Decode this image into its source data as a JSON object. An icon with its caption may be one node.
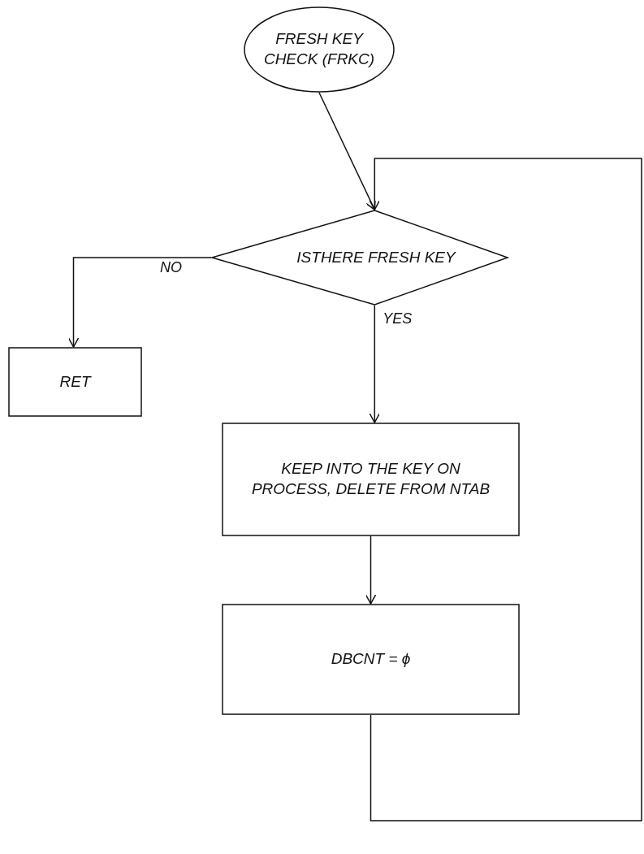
{
  "diagram": {
    "nodes": [
      {
        "text": [
          "FRESH KEY CHECK (FRKC)"
        ]
      },
      {
        "text": [
          "ISTHERE FRESH KEY"
        ]
      },
      {
        "text": [
          "RET"
        ]
      },
      {
        "text": [
          "KEEP INTO THE KEY ON PROCESS, DELETE FROM NTAB"
        ]
      },
      {
        "text": [
          "DBCNT = ϕ"
        ]
      }
    ],
    "edges": [
      {
        "from": 0,
        "to": 1,
        "arrow": "to"
      },
      {
        "from": 1,
        "to": 2,
        "arrow": "to",
        "label": "NO"
      },
      {
        "from": 1,
        "to": 3,
        "arrow": "to",
        "label": "YES"
      },
      {
        "from": 3,
        "to": 4,
        "arrow": "to"
      },
      {
        "from": 4,
        "to": 1,
        "arrow": "to"
      }
    ]
  }
}
